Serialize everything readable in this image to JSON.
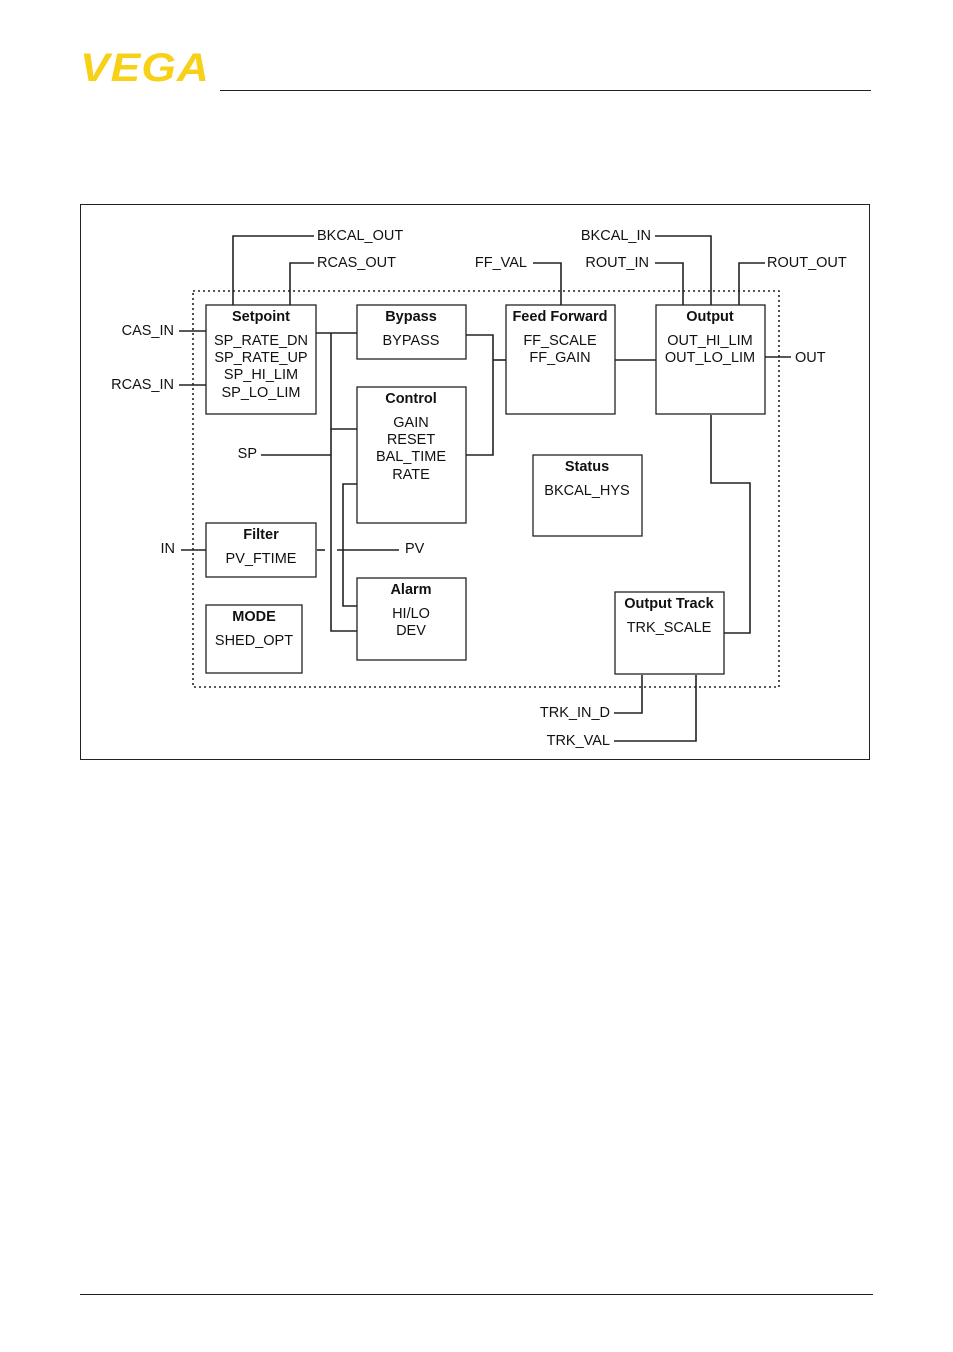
{
  "header": {
    "logo_text": "VEGA",
    "logo_color": "#f7d117"
  },
  "diagram": {
    "blocks": {
      "setpoint": {
        "title": "Setpoint",
        "params": [
          "SP_RATE_DN",
          "SP_RATE_UP",
          "SP_HI_LIM",
          "SP_LO_LIM"
        ]
      },
      "bypass": {
        "title": "Bypass",
        "params": [
          "BYPASS"
        ]
      },
      "feed_forward": {
        "title": "Feed Forward",
        "params": [
          "FF_SCALE",
          "FF_GAIN"
        ]
      },
      "output": {
        "title": "Output",
        "params": [
          "OUT_HI_LIM",
          "OUT_LO_LIM"
        ]
      },
      "control": {
        "title": "Control",
        "params": [
          "GAIN",
          "RESET",
          "BAL_TIME",
          "RATE"
        ]
      },
      "status": {
        "title": "Status",
        "params": [
          "BKCAL_HYS"
        ]
      },
      "filter": {
        "title": "Filter",
        "params": [
          "PV_FTIME"
        ]
      },
      "alarm": {
        "title": "Alarm",
        "params": [
          "HI/LO",
          "DEV"
        ]
      },
      "mode": {
        "title": "MODE",
        "params": [
          "SHED_OPT"
        ]
      },
      "output_track": {
        "title": "Output Track",
        "params": [
          "TRK_SCALE"
        ]
      }
    },
    "signals": {
      "bkcal_out": "BKCAL_OUT",
      "rcas_out": "RCAS_OUT",
      "ff_val": "FF_VAL",
      "bkcal_in": "BKCAL_IN",
      "rout_in": "ROUT_IN",
      "rout_out": "ROUT_OUT",
      "cas_in": "CAS_IN",
      "rcas_in": "RCAS_IN",
      "out": "OUT",
      "sp": "SP",
      "in": "IN",
      "pv": "PV",
      "trk_in_d": "TRK_IN_D",
      "trk_val": "TRK_VAL"
    }
  }
}
